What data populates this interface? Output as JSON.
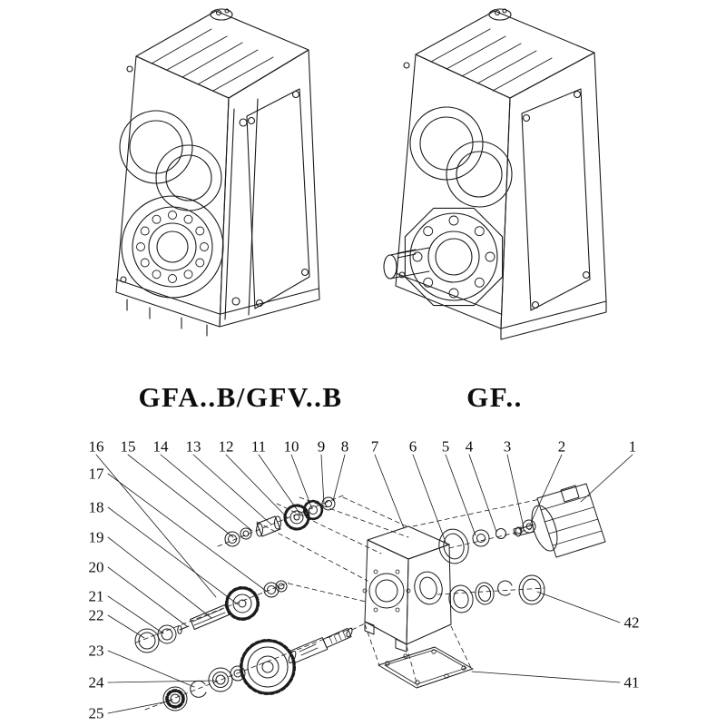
{
  "figures": {
    "left_caption": "GFA..B/GFV..B",
    "right_caption": "GF.."
  },
  "exploded_view": {
    "top_row_labels": [
      "16",
      "15",
      "14",
      "13",
      "12",
      "11",
      "10",
      "9",
      "8",
      "7",
      "6",
      "5",
      "4",
      "3",
      "2",
      "1"
    ],
    "left_column_labels": [
      "17",
      "18",
      "19",
      "20",
      "21",
      "22",
      "23",
      "24",
      "25"
    ],
    "right_column_labels": [
      "42",
      "41"
    ]
  },
  "colors": {
    "line": "#1a1a1a",
    "background": "#ffffff"
  }
}
